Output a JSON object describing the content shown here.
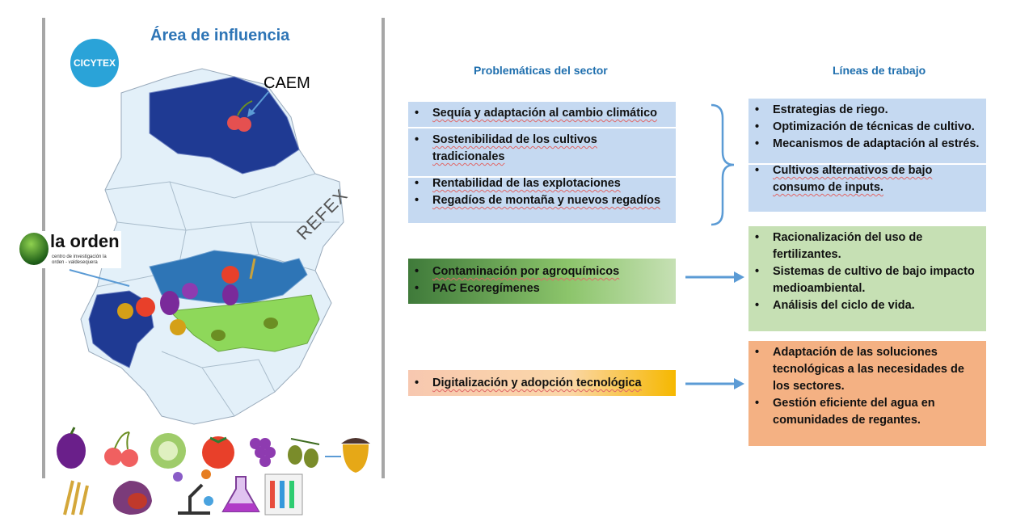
{
  "left_panel": {
    "title": "Área de influencia",
    "logo_text": "CICYTEX",
    "caem_label": "CAEM",
    "refex_label": "REFEX",
    "laorden_name": "la orden",
    "laorden_sub": "centro de investigación la orden - valdesequera"
  },
  "headers": {
    "problems": "Problemáticas del sector",
    "lines": "Líneas de trabajo"
  },
  "bullet": "•",
  "problems": {
    "group1a": [
      "Sequía y adaptación al cambio climático"
    ],
    "group1b": [
      "Sostenibilidad de los cultivos tradicionales"
    ],
    "group1c": [
      "Rentabilidad de las explotaciones",
      "Regadíos de montaña y nuevos regadíos"
    ],
    "group2": [
      "Contaminación por agroquímicos",
      "PAC Ecoregímenes"
    ],
    "group3": [
      "Digitalización y adopción tecnológica"
    ]
  },
  "lines": {
    "group1a": [
      "Estrategias de riego.",
      "Optimización de técnicas de cultivo.",
      "Mecanismos de adaptación al estrés."
    ],
    "group1b": [
      "Cultivos alternativos de bajo consumo de inputs."
    ],
    "group2": [
      "Racionalización del uso de fertilizantes.",
      "Sistemas de cultivo de bajo impacto medioambiental.",
      "Análisis del ciclo de vida."
    ],
    "group3": [
      "Adaptación de las soluciones tecnológicas a las necesidades de los sectores.",
      "Gestión eficiente del agua en comunidades de regantes."
    ]
  },
  "colors": {
    "dark_blue": "#1f3a93",
    "mid_blue": "#2e75b6",
    "light_region": "#dfeef8",
    "green_region": "#8ed85a",
    "arrow": "#5b9bd5"
  },
  "icons": [
    "plum-icon",
    "cherry-icon",
    "cabbage-icon",
    "tomato-icon",
    "grapes-icon",
    "olive-icon",
    "acorn-icon",
    "wheat-icon",
    "fig-icon",
    "microscope-icon",
    "flask-icon",
    "test-tubes-icon"
  ]
}
